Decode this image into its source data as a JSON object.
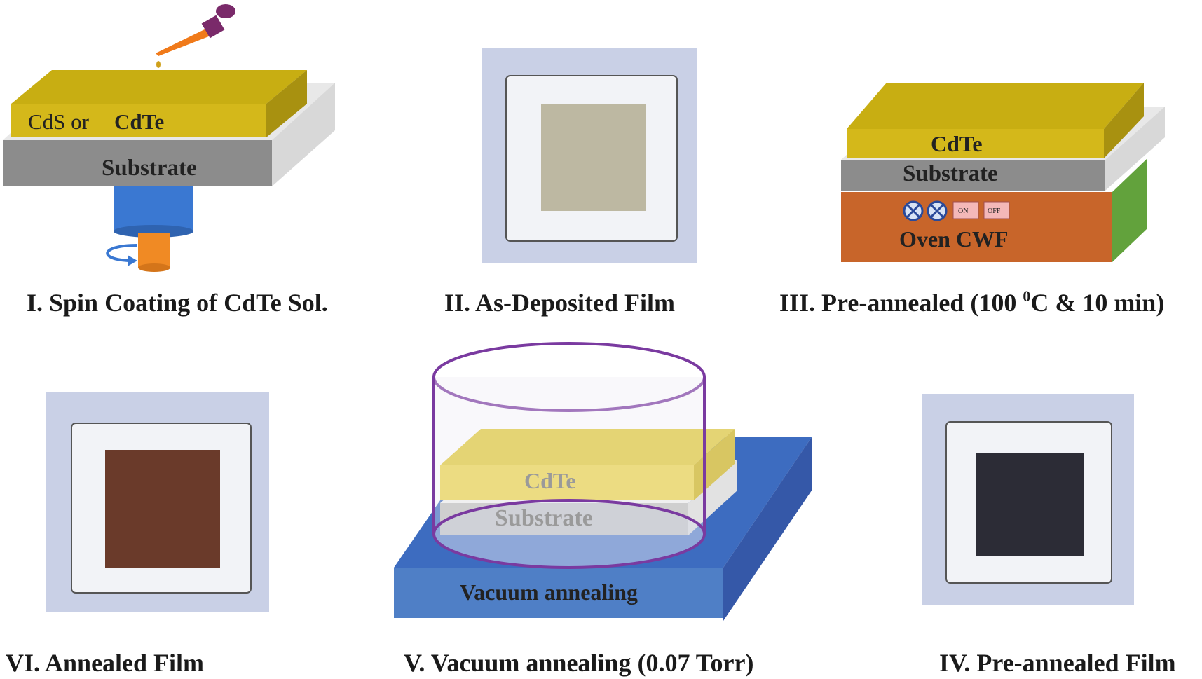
{
  "panels": {
    "p1": {
      "caption": "I. Spin Coating of CdTe Sol.",
      "film_label_a": "CdS or",
      "film_label_b": "CdTe",
      "substrate_label": "Substrate",
      "icons": [
        "dropper-icon",
        "spin-chuck-icon",
        "rotation-arrow-icon"
      ]
    },
    "p2": {
      "caption": "II. As-Deposited Film"
    },
    "p3": {
      "caption_main": "III. Pre-annealed (100 ",
      "caption_sup": "0",
      "caption_end": "C & 10 min)",
      "film_label": "CdTe",
      "substrate_label": "Substrate",
      "oven_label": "Oven CWF",
      "switch_on": "ON",
      "switch_off": "OFF"
    },
    "p4": {
      "caption": "IV. Pre-annealed Film"
    },
    "p5": {
      "caption": "V. Vacuum annealing (0.07 Torr)",
      "film_label": "CdTe",
      "substrate_label": "Substrate",
      "base_label": "Vacuum annealing"
    },
    "p6": {
      "caption": "VI. Annealed Film"
    }
  },
  "colors": {
    "film_yellow": "#d4b81a",
    "film_yellow_light": "#ecdc82",
    "substrate_grey": "#8c8c8c",
    "oven_orange": "#c8652a",
    "oven_green": "#62a23c",
    "vacuum_blue": "#4f7fc6",
    "bell_purple": "#7a3aa0",
    "as_deposited_film": "#bdb8a2",
    "pre_annealed_film": "#2c2c36",
    "annealed_film": "#6a3a2a",
    "photo_bg": "#c9d0e6"
  }
}
